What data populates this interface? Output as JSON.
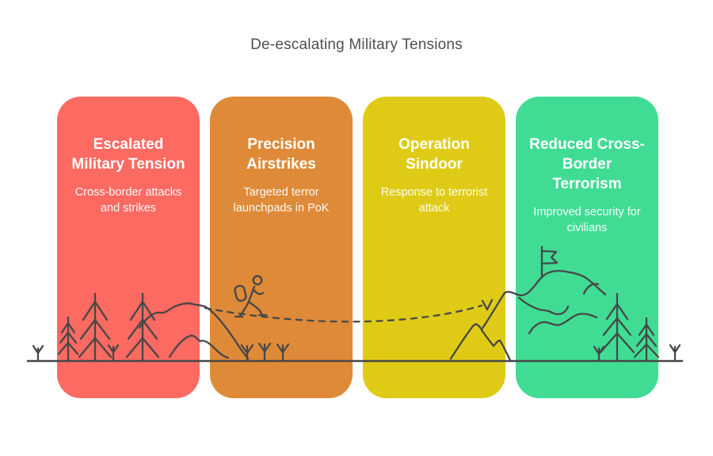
{
  "page": {
    "title": "De-escalating Military Tensions",
    "title_color": "#4f4f4f",
    "background": "#ffffff"
  },
  "cards": [
    {
      "title": "Escalated Military Tension",
      "subtitle": "Cross-border attacks and strikes",
      "color": "#FC6A62"
    },
    {
      "title": "Precision Airstrikes",
      "subtitle": "Targeted terror launchpads in PoK",
      "color": "#DE8A38"
    },
    {
      "title": "Operation Sindoor",
      "subtitle": "Response to terrorist attack",
      "color": "#DFCB16"
    },
    {
      "title": "Reduced Cross-Border Terrorism",
      "subtitle": "Improved security for civilians",
      "color": "#40DC94"
    }
  ],
  "illustration": {
    "stroke_color": "#474747",
    "elements": [
      "ground-line",
      "pine-trees",
      "saplings",
      "hill-ridge",
      "hiker-with-backpack",
      "dashed-trail",
      "descent-arrow",
      "mountain-peak",
      "summit-flag"
    ]
  }
}
